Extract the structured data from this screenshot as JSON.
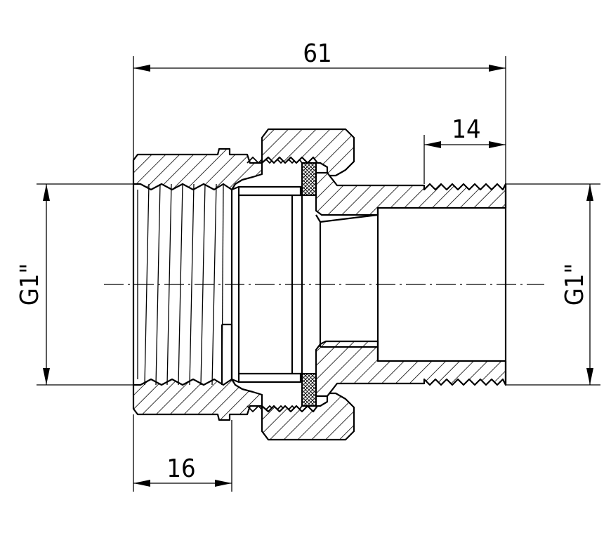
{
  "dimensions": {
    "overall_length": "61",
    "male_thread_length": "14",
    "female_thread_length": "16",
    "left_thread": "G1\"",
    "right_thread": "G1\""
  }
}
